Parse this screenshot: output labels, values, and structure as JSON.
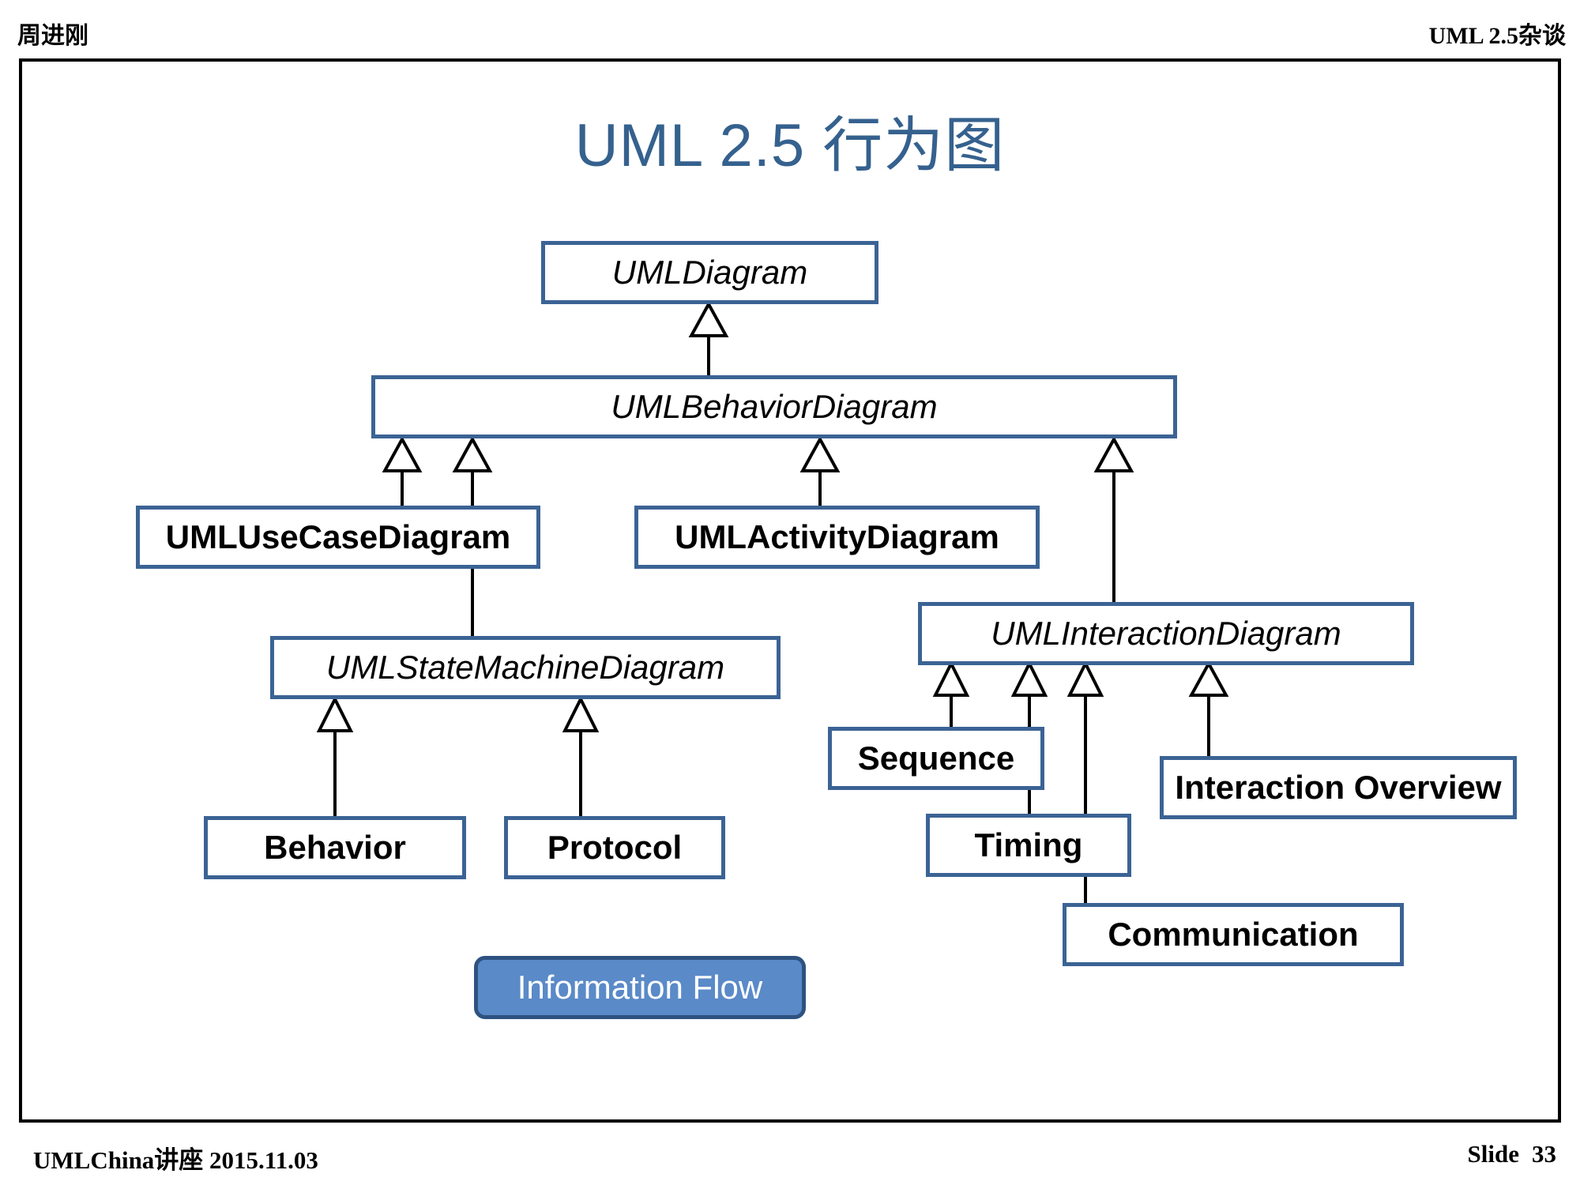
{
  "header": {
    "left": "周进刚",
    "right": "UML 2.5杂谈"
  },
  "footer": {
    "left": "UMLChina讲座 2015.11.03",
    "slide_label": "Slide",
    "slide_number": "33"
  },
  "slide": {
    "title": "UML 2.5 行为图"
  },
  "theme": {
    "title_color": "#35618E",
    "box_border_color": "#3B6394",
    "chip_fill_color": "#5A8AC8",
    "chip_border_color": "#2E5280",
    "chip_text_color": "#FFFFFF",
    "frame_color": "#000000",
    "connector_color": "#000000"
  },
  "diagram": {
    "type": "uml-class-inheritance",
    "nodes": [
      {
        "id": "uml-diagram",
        "label": "UMLDiagram",
        "style": "abstract"
      },
      {
        "id": "uml-behavior-diagram",
        "label": "UMLBehaviorDiagram",
        "style": "abstract"
      },
      {
        "id": "uml-use-case-diagram",
        "label": "UMLUseCaseDiagram",
        "style": "concrete"
      },
      {
        "id": "uml-activity-diagram",
        "label": "UMLActivityDiagram",
        "style": "concrete"
      },
      {
        "id": "uml-state-machine-diagram",
        "label": "UMLStateMachineDiagram",
        "style": "abstract"
      },
      {
        "id": "uml-interaction-diagram",
        "label": "UMLInteractionDiagram",
        "style": "abstract"
      },
      {
        "id": "behavior",
        "label": "Behavior",
        "style": "concrete"
      },
      {
        "id": "protocol",
        "label": "Protocol",
        "style": "concrete"
      },
      {
        "id": "sequence",
        "label": "Sequence",
        "style": "concrete"
      },
      {
        "id": "timing",
        "label": "Timing",
        "style": "concrete"
      },
      {
        "id": "communication",
        "label": "Communication",
        "style": "concrete"
      },
      {
        "id": "interaction-overview",
        "label": "Interaction Overview",
        "style": "concrete"
      }
    ],
    "generalizations": [
      {
        "child": "uml-behavior-diagram",
        "parent": "uml-diagram"
      },
      {
        "child": "uml-use-case-diagram",
        "parent": "uml-behavior-diagram"
      },
      {
        "child": "uml-state-machine-diagram",
        "parent": "uml-behavior-diagram"
      },
      {
        "child": "uml-activity-diagram",
        "parent": "uml-behavior-diagram"
      },
      {
        "child": "uml-interaction-diagram",
        "parent": "uml-behavior-diagram"
      },
      {
        "child": "behavior",
        "parent": "uml-state-machine-diagram"
      },
      {
        "child": "protocol",
        "parent": "uml-state-machine-diagram"
      },
      {
        "child": "sequence",
        "parent": "uml-interaction-diagram"
      },
      {
        "child": "timing",
        "parent": "uml-interaction-diagram"
      },
      {
        "child": "communication",
        "parent": "uml-interaction-diagram"
      },
      {
        "child": "interaction-overview",
        "parent": "uml-interaction-diagram"
      }
    ],
    "chip": {
      "id": "information-flow",
      "label": "Information Flow"
    }
  }
}
